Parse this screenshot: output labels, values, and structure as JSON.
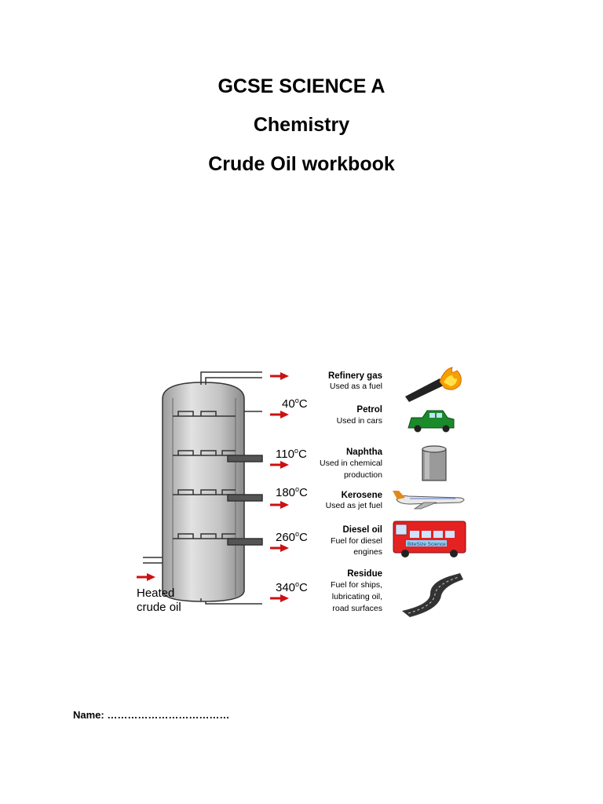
{
  "header": {
    "line1": "GCSE SCIENCE A",
    "line2": "Chemistry",
    "line3": "Crude Oil workbook"
  },
  "diagram": {
    "feed_line1": "Heated",
    "feed_line2": "crude oil",
    "fractions": [
      {
        "temp": "",
        "name": "Refinery gas",
        "use1": "Used as a fuel",
        "use2": ""
      },
      {
        "temp": "40",
        "name": "Petrol",
        "use1": "Used in cars",
        "use2": ""
      },
      {
        "temp": "110",
        "name": "Naphtha",
        "use1": "Used in chemical",
        "use2": "production"
      },
      {
        "temp": "180",
        "name": "Kerosene",
        "use1": "Used as jet fuel",
        "use2": ""
      },
      {
        "temp": "260",
        "name": "Diesel oil",
        "use1": "Fuel for diesel",
        "use2": "engines"
      },
      {
        "temp": "340",
        "name": "Residue",
        "use1": "Fuel for ships,",
        "use2": "lubricating oil,",
        "use3": "road surfaces"
      }
    ],
    "degree_symbol": "o",
    "celsius_unit": "C",
    "bus_label": "BiteSize Science",
    "colors": {
      "arrow": "#cc1111",
      "column_fill": "#c8c8c8",
      "bus": "#e52222",
      "car": "#1a8a2a"
    }
  },
  "footer": {
    "name_label": "Name: ………………………………"
  }
}
